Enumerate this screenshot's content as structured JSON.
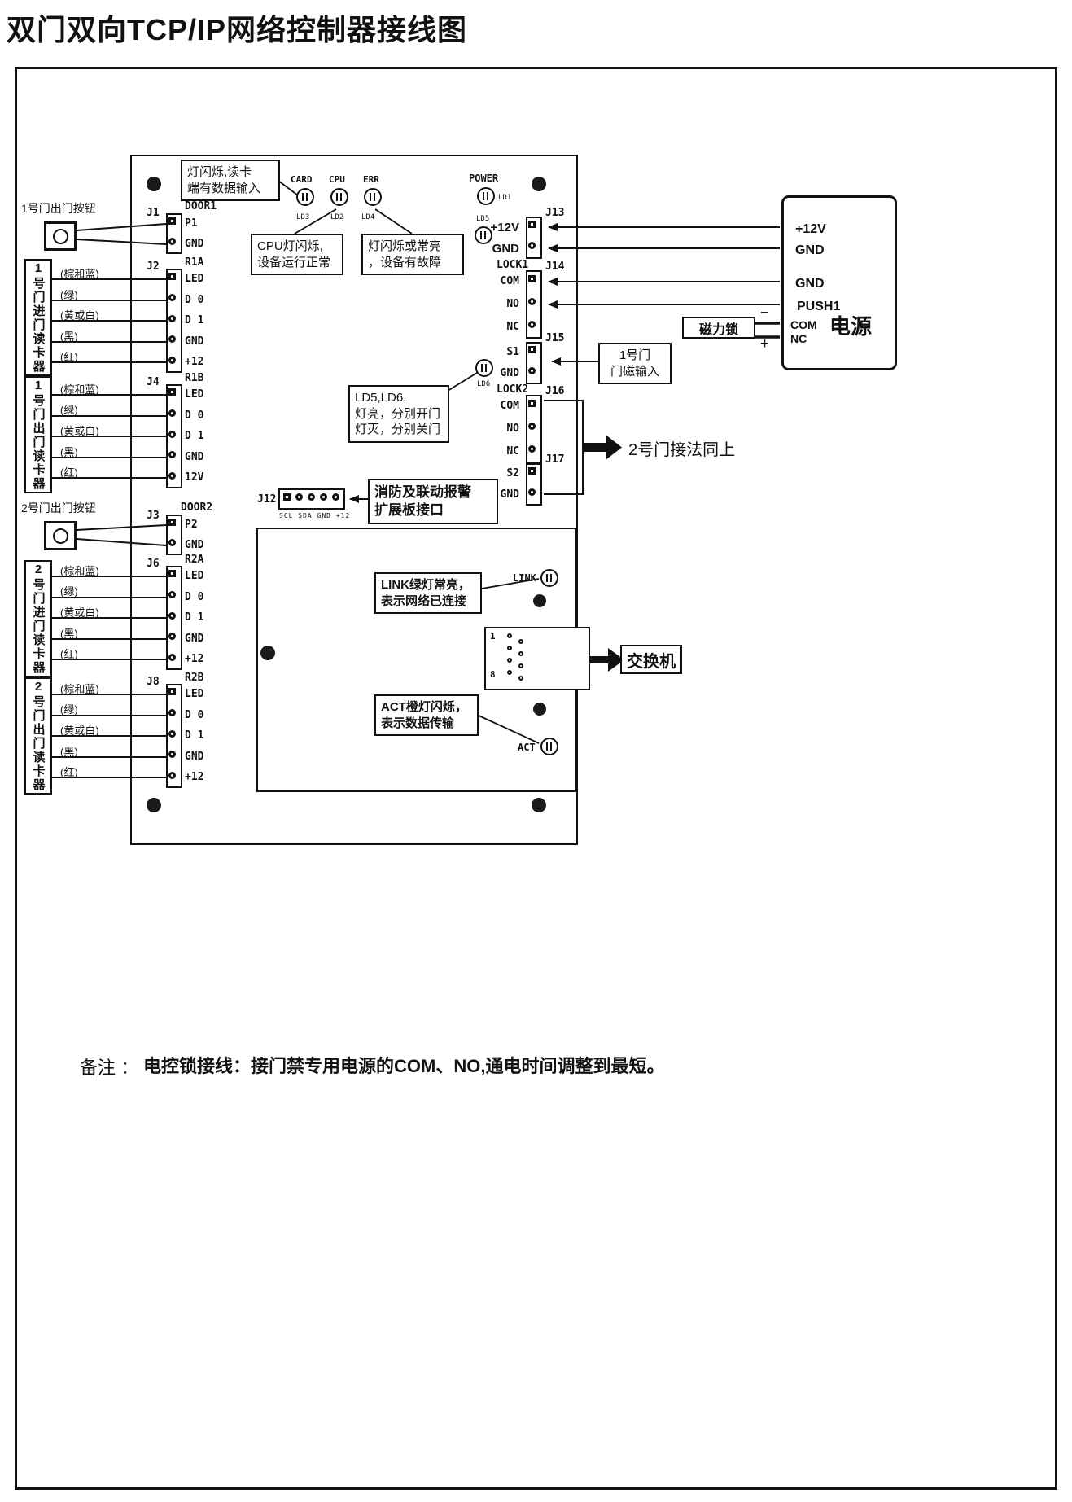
{
  "title": "双门双向TCP/IP网络控制器接线图",
  "leds": {
    "card": "CARD",
    "card_ld": "LD3",
    "cpu": "CPU",
    "cpu_ld": "LD2",
    "err": "ERR",
    "err_ld": "LD4",
    "power": "POWER",
    "power_ld": "LD1",
    "ld5": "LD5",
    "ld6": "LD6",
    "link": "LINK",
    "act": "ACT"
  },
  "callouts": {
    "card": {
      "l1": "灯闪烁,读卡",
      "l2": "端有数据输入"
    },
    "cpu": {
      "l1": "CPU灯闪烁,",
      "l2": "设备运行正常"
    },
    "err": {
      "l1": "灯闪烁或常亮",
      "l2": "，设备有故障"
    },
    "ld56": {
      "l1": "LD5,LD6,",
      "l2": "灯亮，分别开门",
      "l3": "灯灭，分别关门"
    },
    "fire": {
      "l1": "消防及联动报警",
      "l2": "扩展板接口"
    },
    "link": {
      "l1": "LINK绿灯常亮，",
      "l2": "表示网络已连接"
    },
    "act": {
      "l1": "ACT橙灯闪烁，",
      "l2": "表示数据传输"
    },
    "door_sensor": {
      "l1": "1号门",
      "l2": "门磁输入"
    },
    "door2_same": "2号门接法同上",
    "switch": "交换机",
    "maglock": "磁力锁"
  },
  "left": {
    "btn1": "1号门出门按钮",
    "btn2": "2号门出门按钮",
    "reader1": "1号门进门读卡器",
    "reader2": "1号门出门读卡器",
    "reader3": "2号门进门读卡器",
    "reader4": "2号门出门读卡器",
    "wires": [
      "(棕和蓝)",
      "(绿)",
      "(黄或白)",
      "(黑)",
      "(红)"
    ]
  },
  "conn": {
    "j1": {
      "ref": "J1",
      "grp": "DOOR1",
      "p": [
        "P1",
        "GND"
      ]
    },
    "j2": {
      "ref": "J2",
      "grp": "R1A",
      "p": [
        "LED",
        "D 0",
        "D 1",
        "GND",
        "+12"
      ]
    },
    "j4": {
      "ref": "J4",
      "grp": "R1B",
      "p": [
        "LED",
        "D 0",
        "D 1",
        "GND",
        "12V"
      ]
    },
    "j3": {
      "ref": "J3",
      "grp": "DOOR2",
      "p": [
        "P2",
        "GND"
      ]
    },
    "j6": {
      "ref": "J6",
      "grp": "R2A",
      "p": [
        "LED",
        "D 0",
        "D 1",
        "GND",
        "+12"
      ]
    },
    "j8": {
      "ref": "J8",
      "grp": "R2B",
      "p": [
        "LED",
        "D 0",
        "D 1",
        "GND",
        "+12"
      ]
    },
    "j13": {
      "ref": "J13",
      "p": [
        "+12V",
        "GND"
      ]
    },
    "j14": {
      "ref": "J14",
      "grp": "LOCK1",
      "p": [
        "COM",
        "NO",
        "NC"
      ]
    },
    "j15": {
      "ref": "J15",
      "p": [
        "S1",
        "GND"
      ]
    },
    "j16": {
      "ref": "J16",
      "grp": "LOCK2",
      "p": [
        "COM",
        "NO",
        "NC"
      ]
    },
    "j17": {
      "ref": "J17",
      "p": [
        "S2",
        "GND"
      ]
    },
    "j12": {
      "ref": "J12",
      "labels": "SCL SDA GND  +12"
    }
  },
  "psu": {
    "name": "电源",
    "t": [
      "+12V",
      "GND",
      "GND",
      "PUSH1",
      "COM",
      "NC"
    ],
    "minus": "−",
    "plus": "+"
  },
  "net": {
    "pin1": "1",
    "pin8": "8"
  },
  "note": {
    "label": "备注 ：",
    "text": "电控锁接线：接门禁专用电源的COM、NO,通电时间调整到最短。"
  }
}
